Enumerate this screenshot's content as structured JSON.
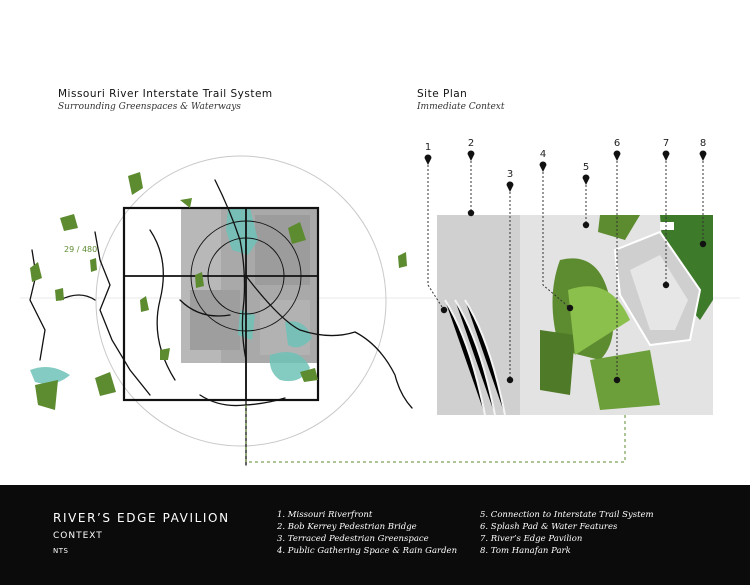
{
  "left_panel": {
    "title": "Missouri River Interstate Trail System",
    "subtitle": "Surrounding Greenspaces & Waterways",
    "map_label": "29 / 480"
  },
  "right_panel": {
    "title": "Site Plan",
    "subtitle": "Immediate Context",
    "pins": [
      "1",
      "2",
      "3",
      "4",
      "5",
      "6",
      "7",
      "8"
    ]
  },
  "footer": {
    "title": "RIVER’S EDGE PAVILION",
    "subtitle": "CONTEXT",
    "scale_note": "NTS",
    "legend_left": [
      "1. Missouri Riverfront",
      "2. Bob Kerrey Pedestrian Bridge",
      "3. Terraced Pedestrian Greenspace",
      "4. Public Gathering Space & Rain Garden"
    ],
    "legend_right": [
      "5. Connection to Interstate Trail System",
      "6. Splash Pad & Water Features",
      "7. River’s Edge Pavilion",
      "8. Tom Hanafan Park"
    ]
  },
  "colors": {
    "green": "#5d8b2f",
    "water": "#6fc2b8",
    "footer_bg": "#0b0b0b"
  }
}
